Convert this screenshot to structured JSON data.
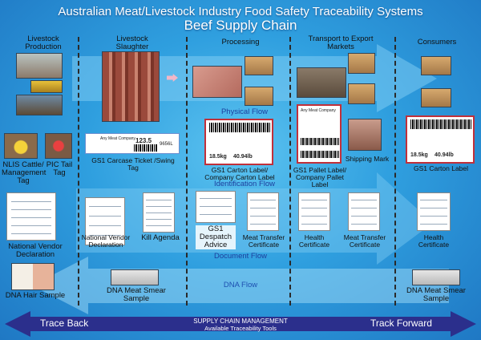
{
  "header": {
    "title": "Australian Meat/Livestock Industry Food Safety Traceability Systems",
    "subtitle": "Beef Supply Chain"
  },
  "columns": [
    {
      "label": "Livestock Production"
    },
    {
      "label": "Livestock Slaughter"
    },
    {
      "label": "Processing"
    },
    {
      "label": "Transport to Export Markets"
    },
    {
      "label": "Consumers"
    }
  ],
  "flows": {
    "physical": "Physical Flow",
    "identification": "Identification Flow",
    "document": "Document Flow",
    "dna": "DNA Flow"
  },
  "identification_items": {
    "nlis": "NLIS Cattle/ Management Tag",
    "pic": "PIC Tail Tag",
    "carcase_ticket": "GS1 Carcase Ticket /Swing Tag",
    "carton_label_processing": "GS1 Carton Label/ Company Carton Label",
    "pallet_label": "GS1 Pallet Label/ Company Pallet Label",
    "shipping_mark": "Shipping Mark",
    "carton_label_consumer": "GS1 Carton Label"
  },
  "document_items": {
    "nvd_production": "National Vendor Declaration",
    "nvd_slaughter": "National Vendor Declaration",
    "kill_agenda": "Kill Agenda",
    "despatch_advice": "GS1 Despatch Advice",
    "meat_transfer_processing": "Meat Transfer Certificate",
    "health_cert_transport": "Health Certificate",
    "meat_transfer_transport": "Meat Transfer Certificate",
    "health_cert_consumer": "Health Certificate"
  },
  "dna_items": {
    "hair_sample": "DNA Hair Sample",
    "smear_slaughter": "DNA Meat Smear Sample",
    "smear_consumer": "DNA Meat Smear Sample"
  },
  "sample_texts": {
    "company": "Any Meat Company",
    "ticket_number": "123.5",
    "ticket_code": "9656L",
    "carton_weight": "18.5kg",
    "carton_lb": "40.94lb"
  },
  "footer": {
    "trace_back": "Trace Back",
    "track_forward": "Track Forward",
    "mgmt_title": "SUPPLY CHAIN MANAGEMENT",
    "mgmt_sub": "Available Traceability Tools"
  },
  "colors": {
    "background": "#2f9fdf",
    "band": "#8fd2f5",
    "footer_arrow": "#2b2f8c",
    "flow_label": "#1d3f9e",
    "label_border": "#c0303a"
  }
}
